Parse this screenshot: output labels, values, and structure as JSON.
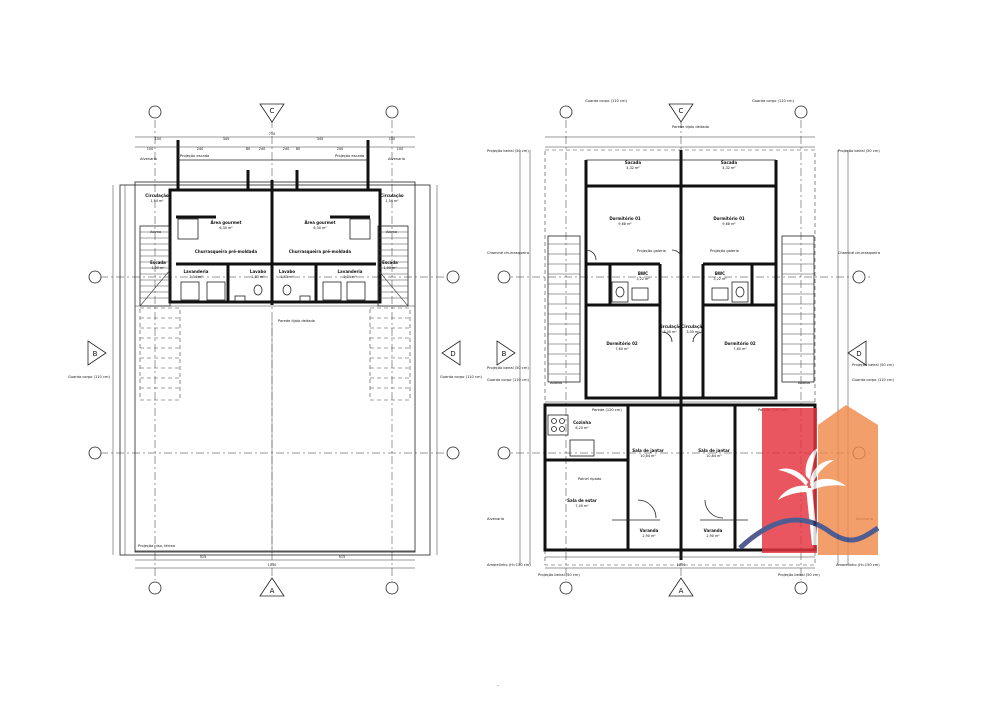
{
  "axes": {
    "top": "C",
    "bottom": "A",
    "left": "B",
    "right": "D"
  },
  "left_plan": {
    "rooms": [
      {
        "name": "Área gourmet",
        "area": "6,30 m²"
      },
      {
        "name": "Área gourmet",
        "area": "6,30 m²"
      },
      {
        "name": "Circulação",
        "area": "1,54 m²"
      },
      {
        "name": "Circulação",
        "area": "1,54 m²"
      },
      {
        "name": "Churrasqueira pré-moldada",
        "area": ""
      },
      {
        "name": "Churrasqueira pré-moldada",
        "area": ""
      },
      {
        "name": "Lavanderia",
        "area": "2,34 m²"
      },
      {
        "name": "Lavanderia",
        "area": "2,34 m²"
      },
      {
        "name": "Lavabo",
        "area": "1,83 m²"
      },
      {
        "name": "Lavabo",
        "area": "1,83 m²"
      },
      {
        "name": "Escada",
        "area": "1,99 m²"
      },
      {
        "name": "Escada",
        "area": "1,99 m²"
      }
    ],
    "notes": [
      "Projeção escada",
      "Alvenaria",
      "Projeção escada",
      "Alvenaria",
      "Acima",
      "Acima",
      "Parede tijolo deitado",
      "Guarda corpo (110 cm)",
      "Guarda corpo (110 cm)",
      "Projeção piso, térreo"
    ],
    "dims_top": [
      "750",
      "150",
      "345",
      "345",
      "150",
      "100",
      "240",
      "80",
      "240",
      "240",
      "80",
      "240",
      "100"
    ],
    "dims_bottom": [
      "515",
      "515",
      "1030"
    ]
  },
  "right_plan": {
    "rooms": [
      {
        "name": "Sacada",
        "area": "4,32 m²"
      },
      {
        "name": "Sacada",
        "area": "4,32 m²"
      },
      {
        "name": "Dormitório 01",
        "area": "9,68 m²"
      },
      {
        "name": "Dormitório 01",
        "area": "9,68 m²"
      },
      {
        "name": "BWC",
        "area": "3,22 m²"
      },
      {
        "name": "BWC",
        "area": "3,22 m²"
      },
      {
        "name": "Dormitório 02",
        "area": "7,60 m²"
      },
      {
        "name": "Dormitório 02",
        "area": "7,60 m²"
      },
      {
        "name": "Circulação",
        "area": "3,00 m²"
      },
      {
        "name": "Circulação",
        "area": "3,00 m²"
      },
      {
        "name": "Cozinha",
        "area": "6,20 m²"
      },
      {
        "name": "Sala de jantar",
        "area": "10,84 m²"
      },
      {
        "name": "Sala de jantar",
        "area": "10,84 m²"
      },
      {
        "name": "Sala de estar",
        "area": "7,40 m²"
      },
      {
        "name": "Varanda",
        "area": "2,90 m²"
      },
      {
        "name": "Varanda",
        "area": "2,90 m²"
      }
    ],
    "notes": [
      "Guarda corpo (110 cm)",
      "Guarda corpo (110 cm)",
      "Parede tijolo deitado",
      "Projeção beiral (50 cm)",
      "Projeção beiral (50 cm)",
      "Chaminé churrasqueira",
      "Chaminé churrasqueira",
      "Projeção galeria",
      "Projeção galeria",
      "Projeção beiral (50 cm)",
      "Projeção beiral (50 cm)",
      "Guarda corpo (110 cm)",
      "Guarda corpo (110 cm)",
      "Parede (120 cm)",
      "Parede (120 cm)",
      "Painel ripado",
      "Alvenaria",
      "Alvenaria",
      "Amarelinho (H=150 cm)",
      "Amarelinho (H=150 cm)",
      "Projeção beiral (50 cm)",
      "Projeção beiral (50 cm)",
      "Abaixo",
      "Abaixo"
    ],
    "dims_bottom": [
      "1030"
    ]
  },
  "colors": {
    "logo_red": "#e5323c",
    "logo_orange": "#f08a4b",
    "logo_navy": "#2b3a7a"
  }
}
